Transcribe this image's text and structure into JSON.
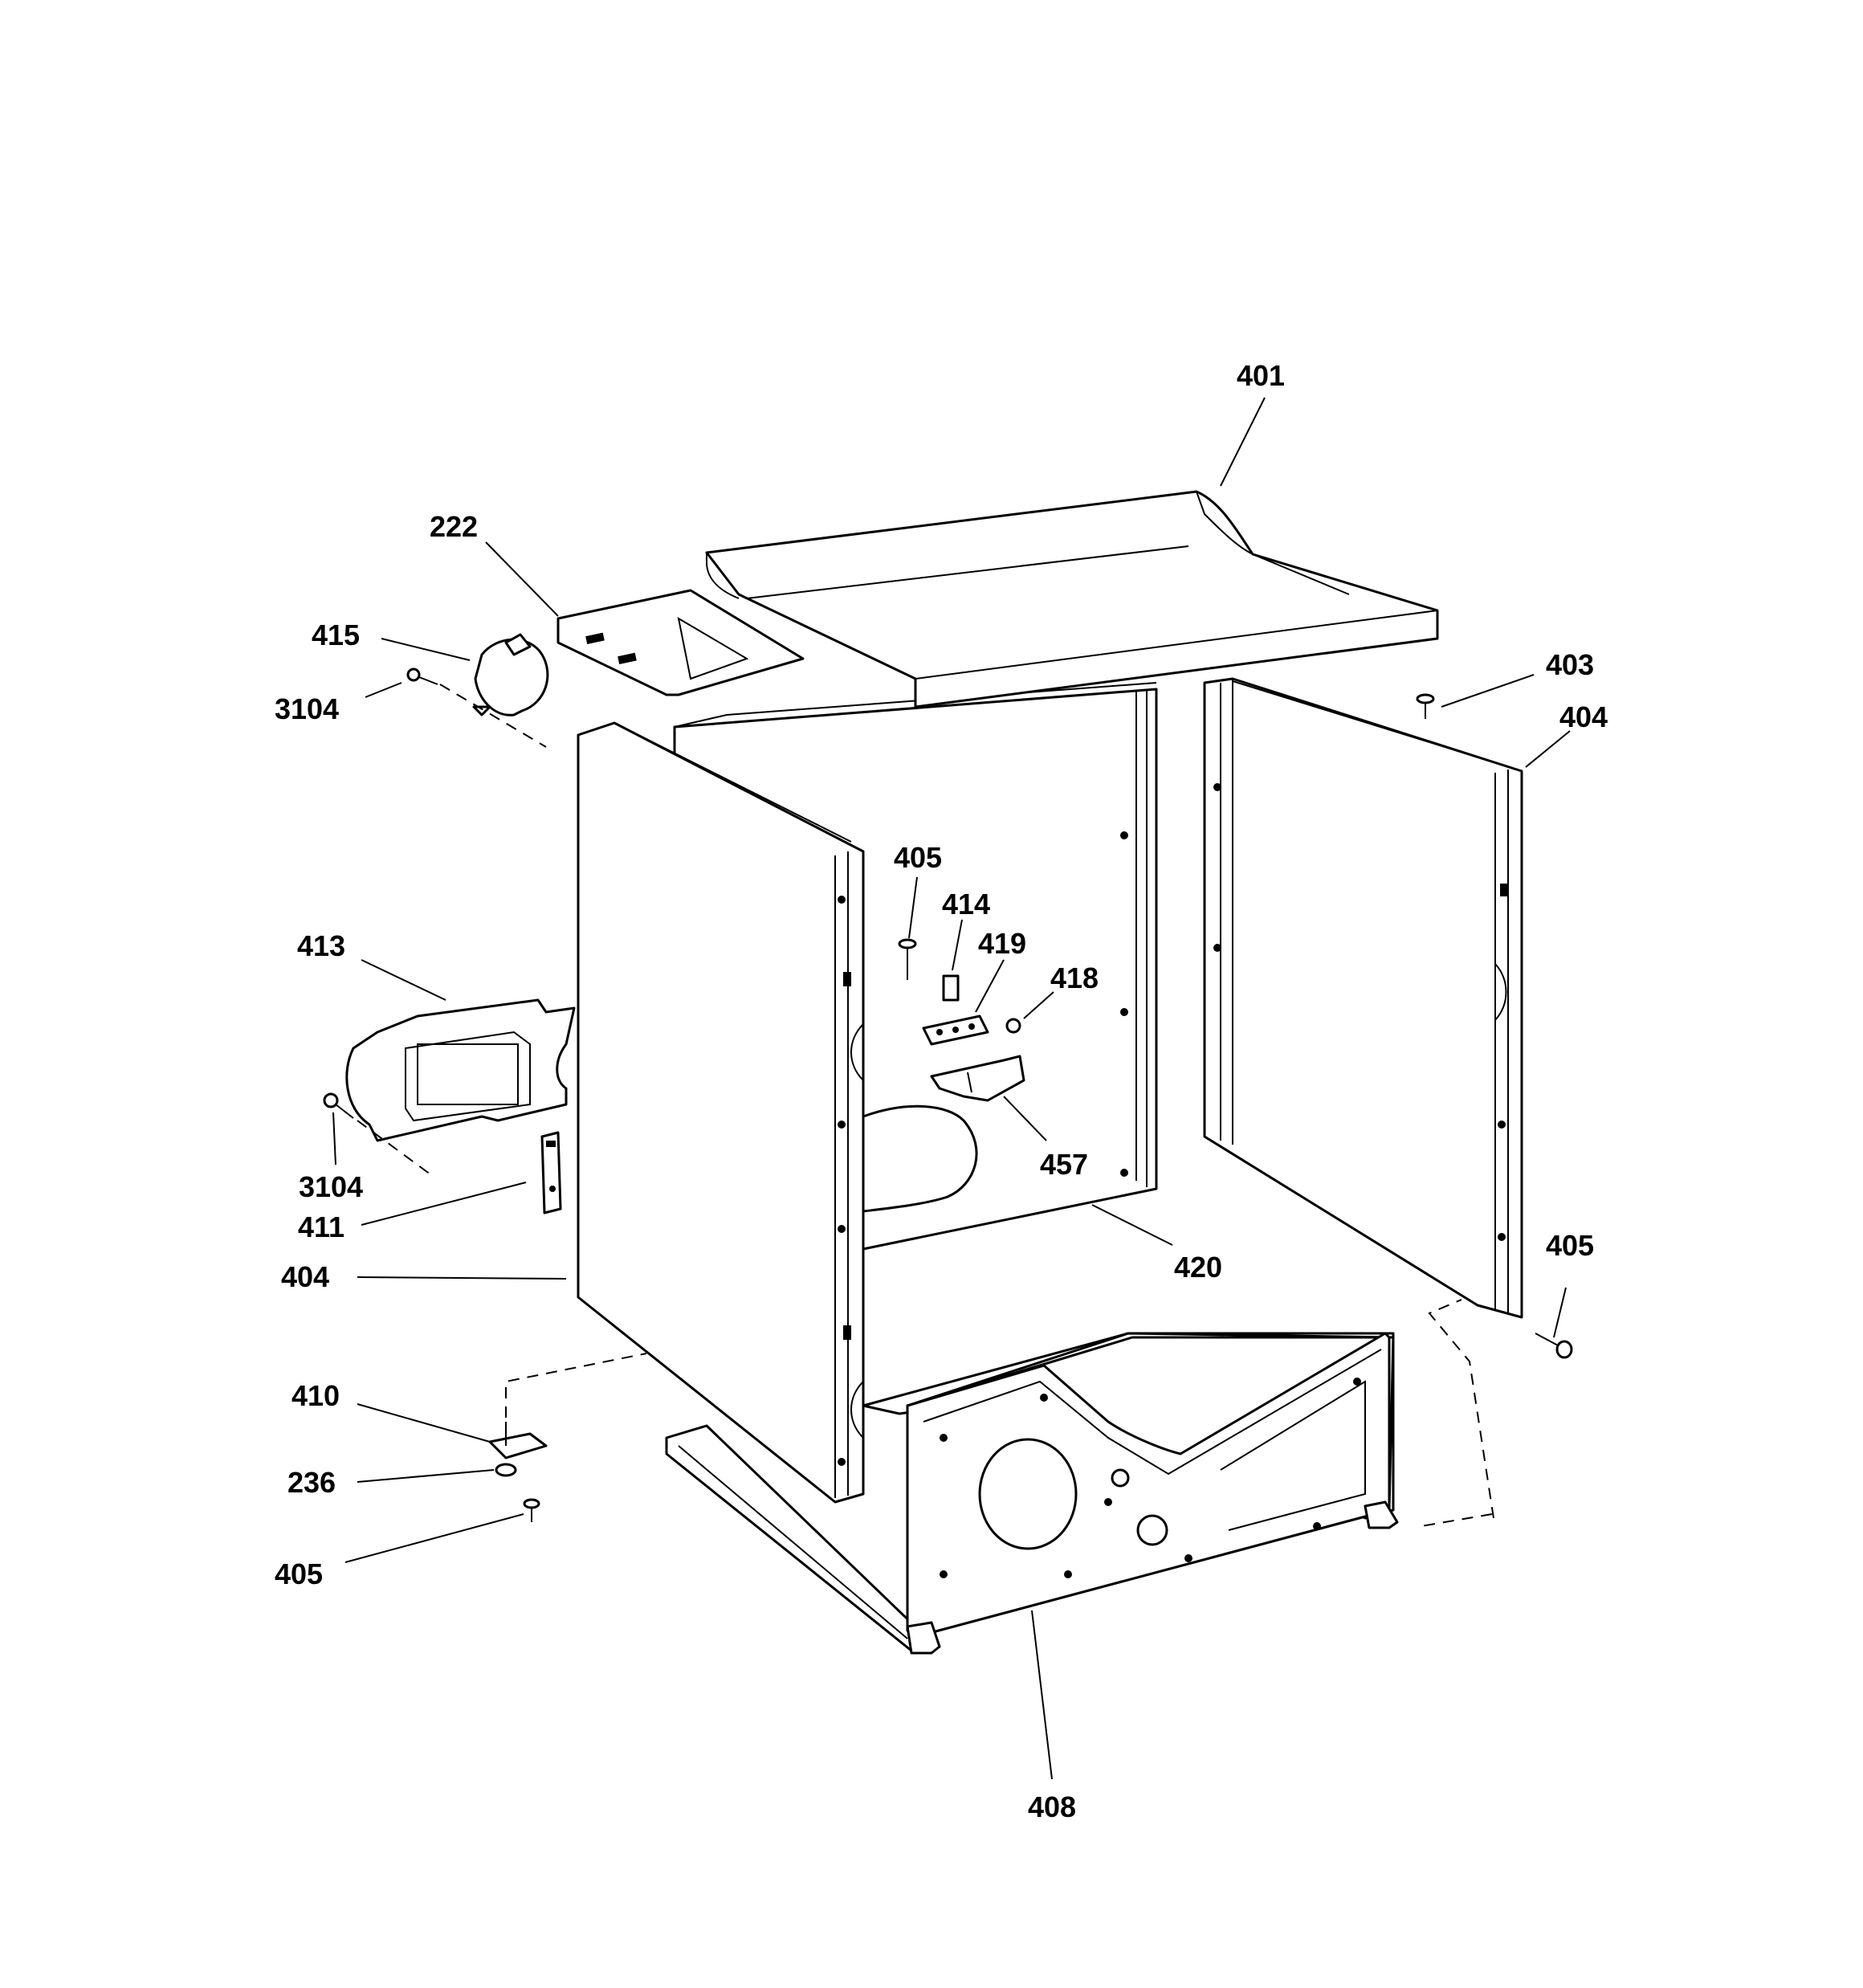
{
  "callouts": {
    "c401": "401",
    "c222": "222",
    "c415": "415",
    "c3104a": "3104",
    "c403": "403",
    "c404r": "404",
    "c405a": "405",
    "c414": "414",
    "c419": "419",
    "c418": "418",
    "c413": "413",
    "c457": "457",
    "c3104b": "3104",
    "c411": "411",
    "c420": "420",
    "c404l": "404",
    "c405b": "405",
    "c410": "410",
    "c236": "236",
    "c405c": "405",
    "c408": "408"
  }
}
